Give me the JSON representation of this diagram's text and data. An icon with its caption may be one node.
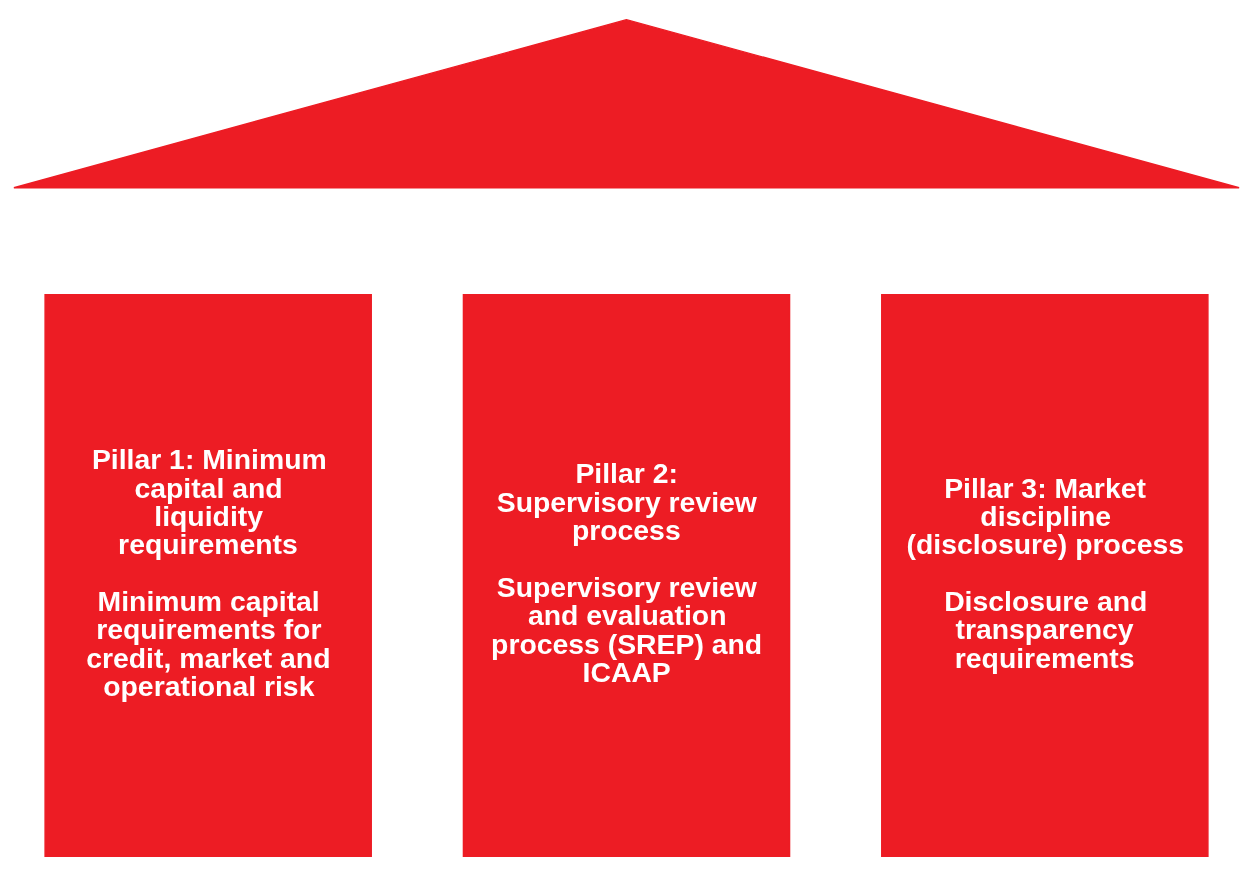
{
  "diagram": {
    "nodes": [
      {
        "text": [],
        "shape": "triangle"
      },
      {
        "text": [
          "Pillar 1: Minimum capital and liquidity requirements",
          "Minimum capital requirements for credit, market and operational risk"
        ]
      },
      {
        "text": [
          "Pillar 2: Supervisory review process",
          "Supervisory review and evaluation process (SREP) and ICAAP"
        ]
      },
      {
        "text": [
          "Pillar 3: Market discipline (disclosure) process",
          "Disclosure and transparency requirements"
        ]
      }
    ],
    "edges": []
  }
}
